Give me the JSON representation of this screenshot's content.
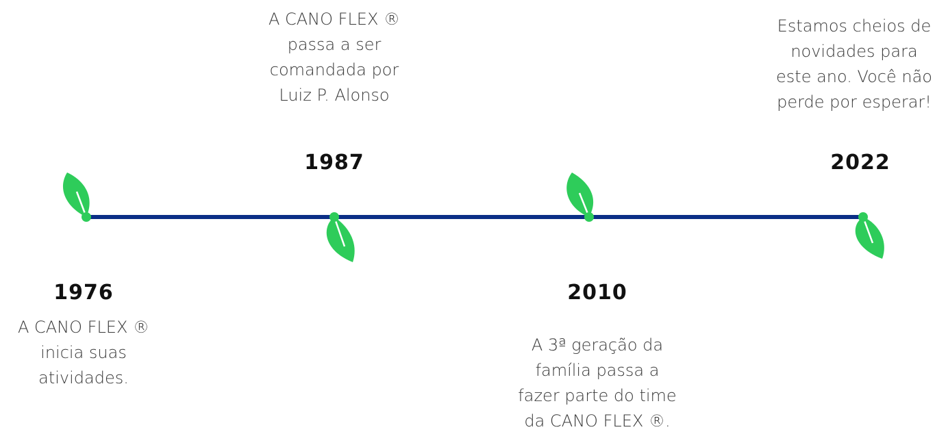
{
  "colors": {
    "line": "#0b2f86",
    "leaf": "#2ecc5a",
    "leaf_vein": "#ffffff"
  },
  "events": [
    {
      "year": "1976",
      "text": "A CANO FLEX ®\ninicia suas\natividades."
    },
    {
      "year": "1987",
      "text": "A CANO FLEX ®\npassa a ser\ncomandada por\nLuiz P. Alonso"
    },
    {
      "year": "2010",
      "text": "A 3ª geração da\nfamília passa a\nfazer parte do time\nda CANO FLEX ®."
    },
    {
      "year": "2022",
      "text": "Estamos cheios de\nnovidades para\neste ano. Você não\nperde por esperar!"
    }
  ]
}
